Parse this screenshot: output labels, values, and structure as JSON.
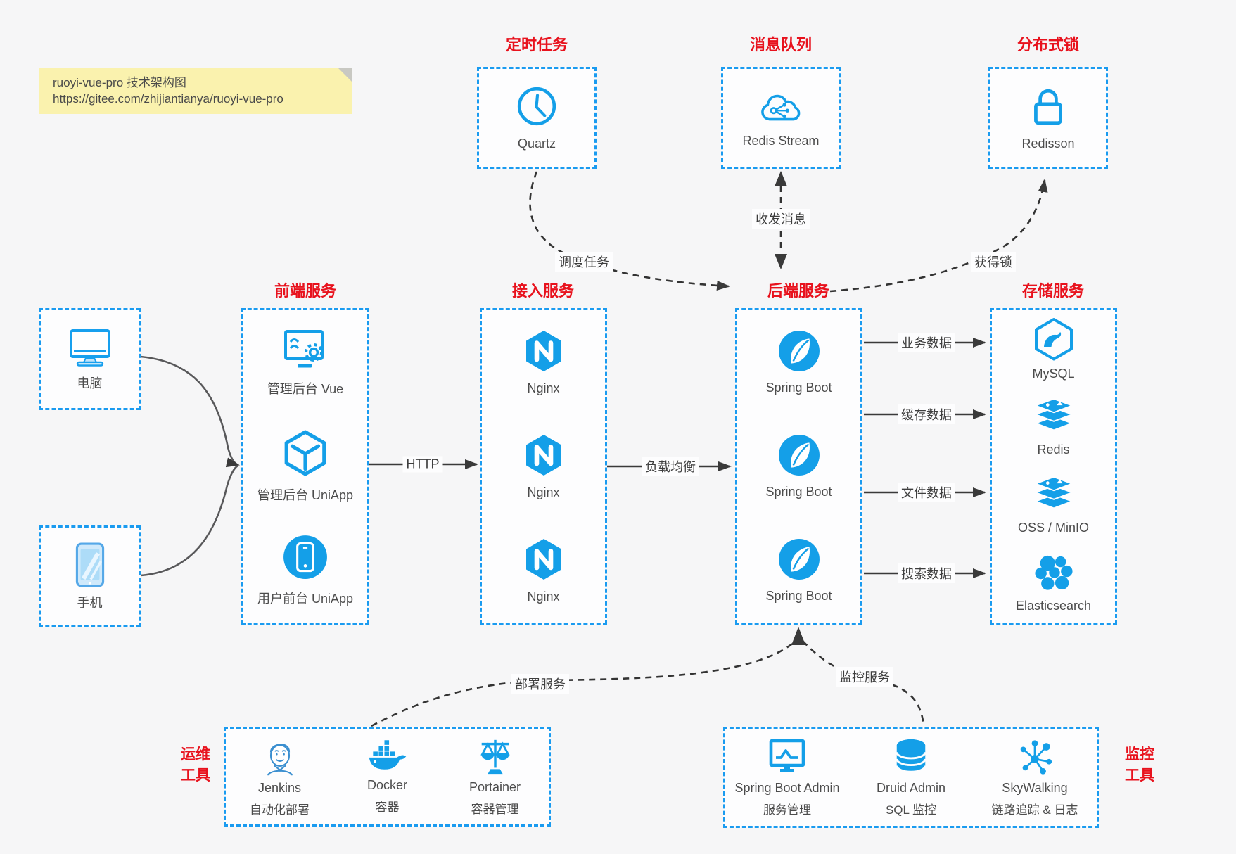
{
  "colors": {
    "box_border_blue": "#1a9bf0",
    "icon_blue": "#149fe8",
    "title_red": "#e8121d",
    "arrow_dark": "#3a3a3a",
    "device_arrow_gray": "#58585a",
    "note_bg": "#faf2ae"
  },
  "note": {
    "line1": "ruoyi-vue-pro 技术架构图",
    "line2": "https://gitee.com/zhijiantianya/ruoyi-vue-pro"
  },
  "top_groups": {
    "scheduler": {
      "title": "定时任务",
      "item": {
        "label": "Quartz",
        "icon": "clock-icon"
      }
    },
    "mq": {
      "title": "消息队列",
      "item": {
        "label": "Redis Stream",
        "icon": "cloud-share-icon"
      }
    },
    "lock": {
      "title": "分布式锁",
      "item": {
        "label": "Redisson",
        "icon": "padlock-icon"
      }
    }
  },
  "devices": {
    "computer": {
      "label": "电脑",
      "icon": "computer-icon"
    },
    "phone": {
      "label": "手机",
      "icon": "phone-icon"
    }
  },
  "columns": {
    "frontend": {
      "title": "前端服务",
      "items": [
        {
          "label": "管理后台 Vue"
        },
        {
          "label": "管理后台 UniApp"
        },
        {
          "label": "用户前台 UniApp"
        }
      ]
    },
    "gateway": {
      "title": "接入服务",
      "items": [
        {
          "label": "Nginx"
        },
        {
          "label": "Nginx"
        },
        {
          "label": "Nginx"
        }
      ]
    },
    "backend": {
      "title": "后端服务",
      "items": [
        {
          "label": "Spring Boot"
        },
        {
          "label": "Spring Boot"
        },
        {
          "label": "Spring Boot"
        }
      ]
    },
    "storage": {
      "title": "存储服务",
      "items": [
        {
          "label": "MySQL"
        },
        {
          "label": "Redis"
        },
        {
          "label": "OSS / MinIO"
        },
        {
          "label": "Elasticsearch"
        }
      ]
    }
  },
  "bottom_groups": {
    "ops": {
      "title_line1": "运维",
      "title_line2": "工具",
      "items": [
        {
          "name": "Jenkins",
          "desc": "自动化部署"
        },
        {
          "name": "Docker",
          "desc": "容器"
        },
        {
          "name": "Portainer",
          "desc": "容器管理"
        }
      ]
    },
    "monitoring": {
      "title_line1": "监控",
      "title_line2": "工具",
      "items": [
        {
          "name": "Spring Boot Admin",
          "desc": "服务管理"
        },
        {
          "name": "Druid Admin",
          "desc": "SQL 监控"
        },
        {
          "name": "SkyWalking",
          "desc": "链路追踪 & 日志"
        }
      ]
    }
  },
  "edge_labels": {
    "http": "HTTP",
    "load_balance": "负载均衡",
    "business_data": "业务数据",
    "cache_data": "缓存数据",
    "file_data": "文件数据",
    "search_data": "搜索数据",
    "schedule_task": "调度任务",
    "send_receive_msg": "收发消息",
    "acquire_lock": "获得锁",
    "deploy_service": "部署服务",
    "monitor_service": "监控服务"
  }
}
